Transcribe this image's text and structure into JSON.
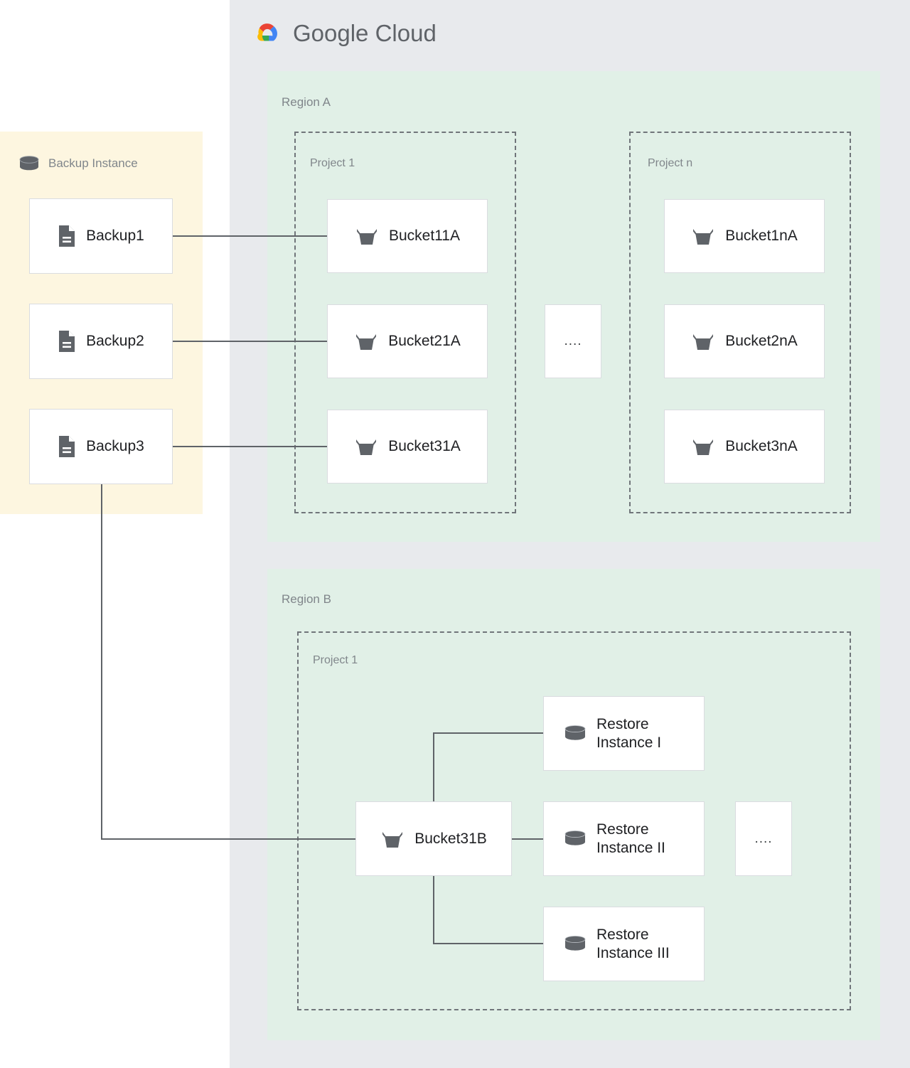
{
  "header": {
    "logo_icon": "google-cloud-logo-icon",
    "brand_first": "Google",
    "brand_second": "Cloud"
  },
  "backup_panel": {
    "title": "Backup Instance",
    "title_icon": "database-cylinder-icon",
    "background_color": "#fdf6e0",
    "items": [
      {
        "label": "Backup1",
        "icon": "document-icon"
      },
      {
        "label": "Backup2",
        "icon": "document-icon"
      },
      {
        "label": "Backup3",
        "icon": "document-icon"
      }
    ]
  },
  "regions": [
    {
      "label": "Region A",
      "background_color": "#e1f0e7",
      "projects": [
        {
          "label": "Project 1",
          "nodes": [
            {
              "label": "Bucket11A",
              "icon": "storage-bucket-icon"
            },
            {
              "label": "Bucket21A",
              "icon": "storage-bucket-icon"
            },
            {
              "label": "Bucket31A",
              "icon": "storage-bucket-icon"
            }
          ]
        },
        {
          "label": "Project n",
          "nodes": [
            {
              "label": "Bucket1nA",
              "icon": "storage-bucket-icon"
            },
            {
              "label": "Bucket2nA",
              "icon": "storage-bucket-icon"
            },
            {
              "label": "Bucket3nA",
              "icon": "storage-bucket-icon"
            }
          ]
        }
      ],
      "ellipsis": "...."
    },
    {
      "label": "Region B",
      "background_color": "#e1f0e7",
      "projects": [
        {
          "label": "Project 1",
          "nodes": [
            {
              "label": "Bucket31B",
              "icon": "storage-bucket-icon"
            },
            {
              "label": "Restore\nInstance I",
              "icon": "database-cylinder-icon"
            },
            {
              "label": "Restore\nInstance II",
              "icon": "database-cylinder-icon"
            },
            {
              "label": "Restore\nInstance III",
              "icon": "database-cylinder-icon"
            }
          ]
        }
      ],
      "ellipsis": "...."
    }
  ],
  "colors": {
    "canvas": "#e8eaed",
    "region": "#e1f0e7",
    "backup_panel": "#fdf6e0",
    "card_border": "#dadce0",
    "connector": "#5f6368",
    "icon_gray": "#5f6368",
    "label_gray": "#80868b",
    "text_dark": "#202124",
    "logo_red": "#ea4335",
    "logo_yellow": "#fbbc04",
    "logo_green": "#34a853",
    "logo_blue": "#4285f4"
  }
}
